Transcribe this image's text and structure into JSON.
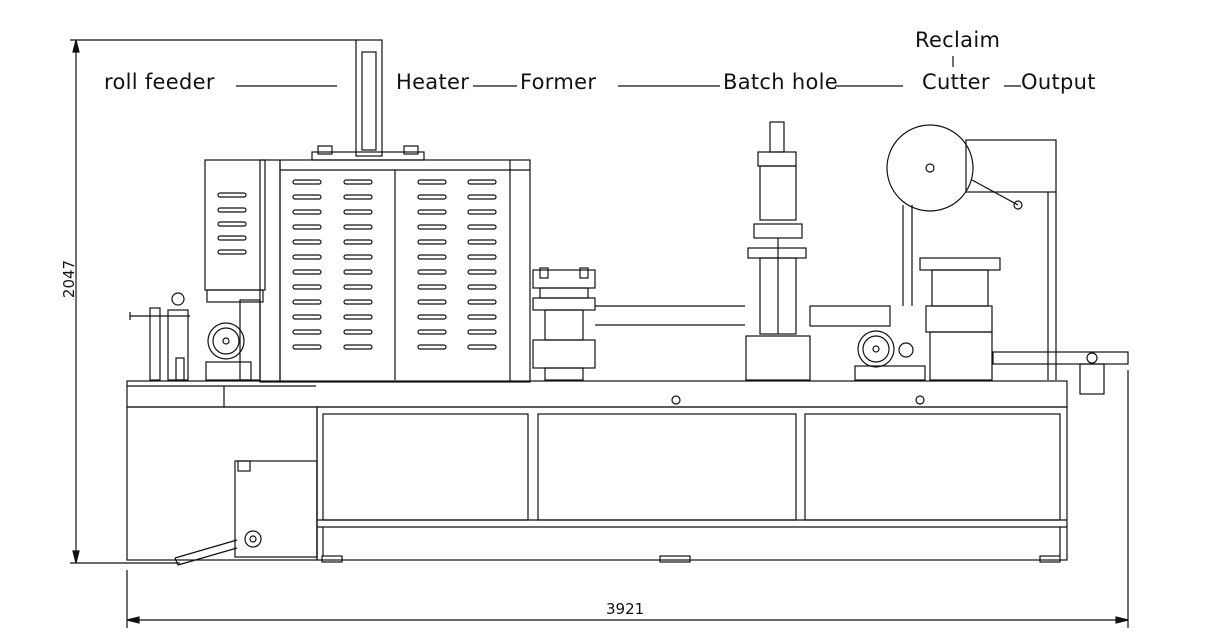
{
  "labels": {
    "roll_feeder": "roll feeder",
    "heater": "Heater",
    "former": "Former",
    "batch_hole": "Batch hole",
    "reclaim": "Reclaim",
    "cutter": "Cutter",
    "output": "Output"
  },
  "dimensions": {
    "overall_width": "3921",
    "overall_height": "2047"
  }
}
